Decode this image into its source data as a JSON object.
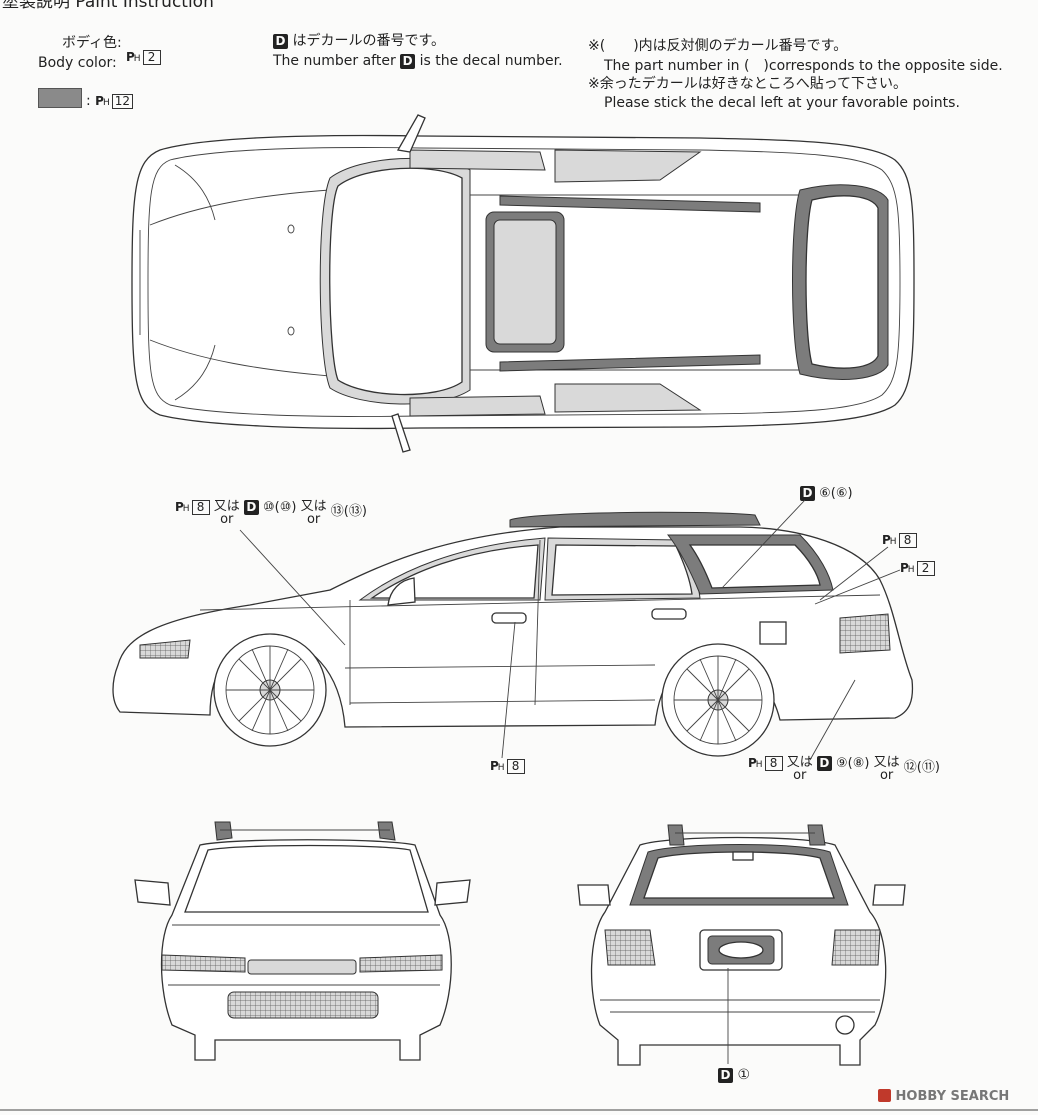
{
  "title": "塗装説明 Paint Instruction",
  "body_color": {
    "label_jp": "ボディ色:",
    "label_en": "Body color:",
    "code": "2"
  },
  "swatch_code": "12",
  "ph_prefix": "P",
  "ph_sub": "H",
  "decal_note": {
    "jp": "はデカールの番号です。",
    "en_before": "The number after",
    "en_after": "is the decal number."
  },
  "decal_letter": "D",
  "opposite_note": {
    "line1": "※(　　)内は反対側のデカール番号です。",
    "line2": "The part number in (　)corresponds to the opposite side.",
    "line3": "※余ったデカールは好きなところへ貼って下さい。",
    "line4": "Please stick the decal left at your favorable points."
  },
  "callouts": {
    "side_front": {
      "ph": "8",
      "mata": "又は",
      "or": "or",
      "decal": "⑩(⑩)",
      "decal2": "⑬(⑬)"
    },
    "rear_quarter": {
      "decal": "⑥(⑥)"
    },
    "pillar": {
      "ph": "8"
    },
    "tail": {
      "ph": "2"
    },
    "door_handle": {
      "ph": "8"
    },
    "rear_side": {
      "ph": "8",
      "mata": "又は",
      "or": "or",
      "decal": "⑨(⑧)",
      "decal2": "⑫(⑪)"
    },
    "rear_plate": {
      "decal": "①"
    }
  },
  "watermark": "HOBBY SEARCH",
  "colors": {
    "swatch": "#8a8a8a",
    "ink": "#222222"
  }
}
